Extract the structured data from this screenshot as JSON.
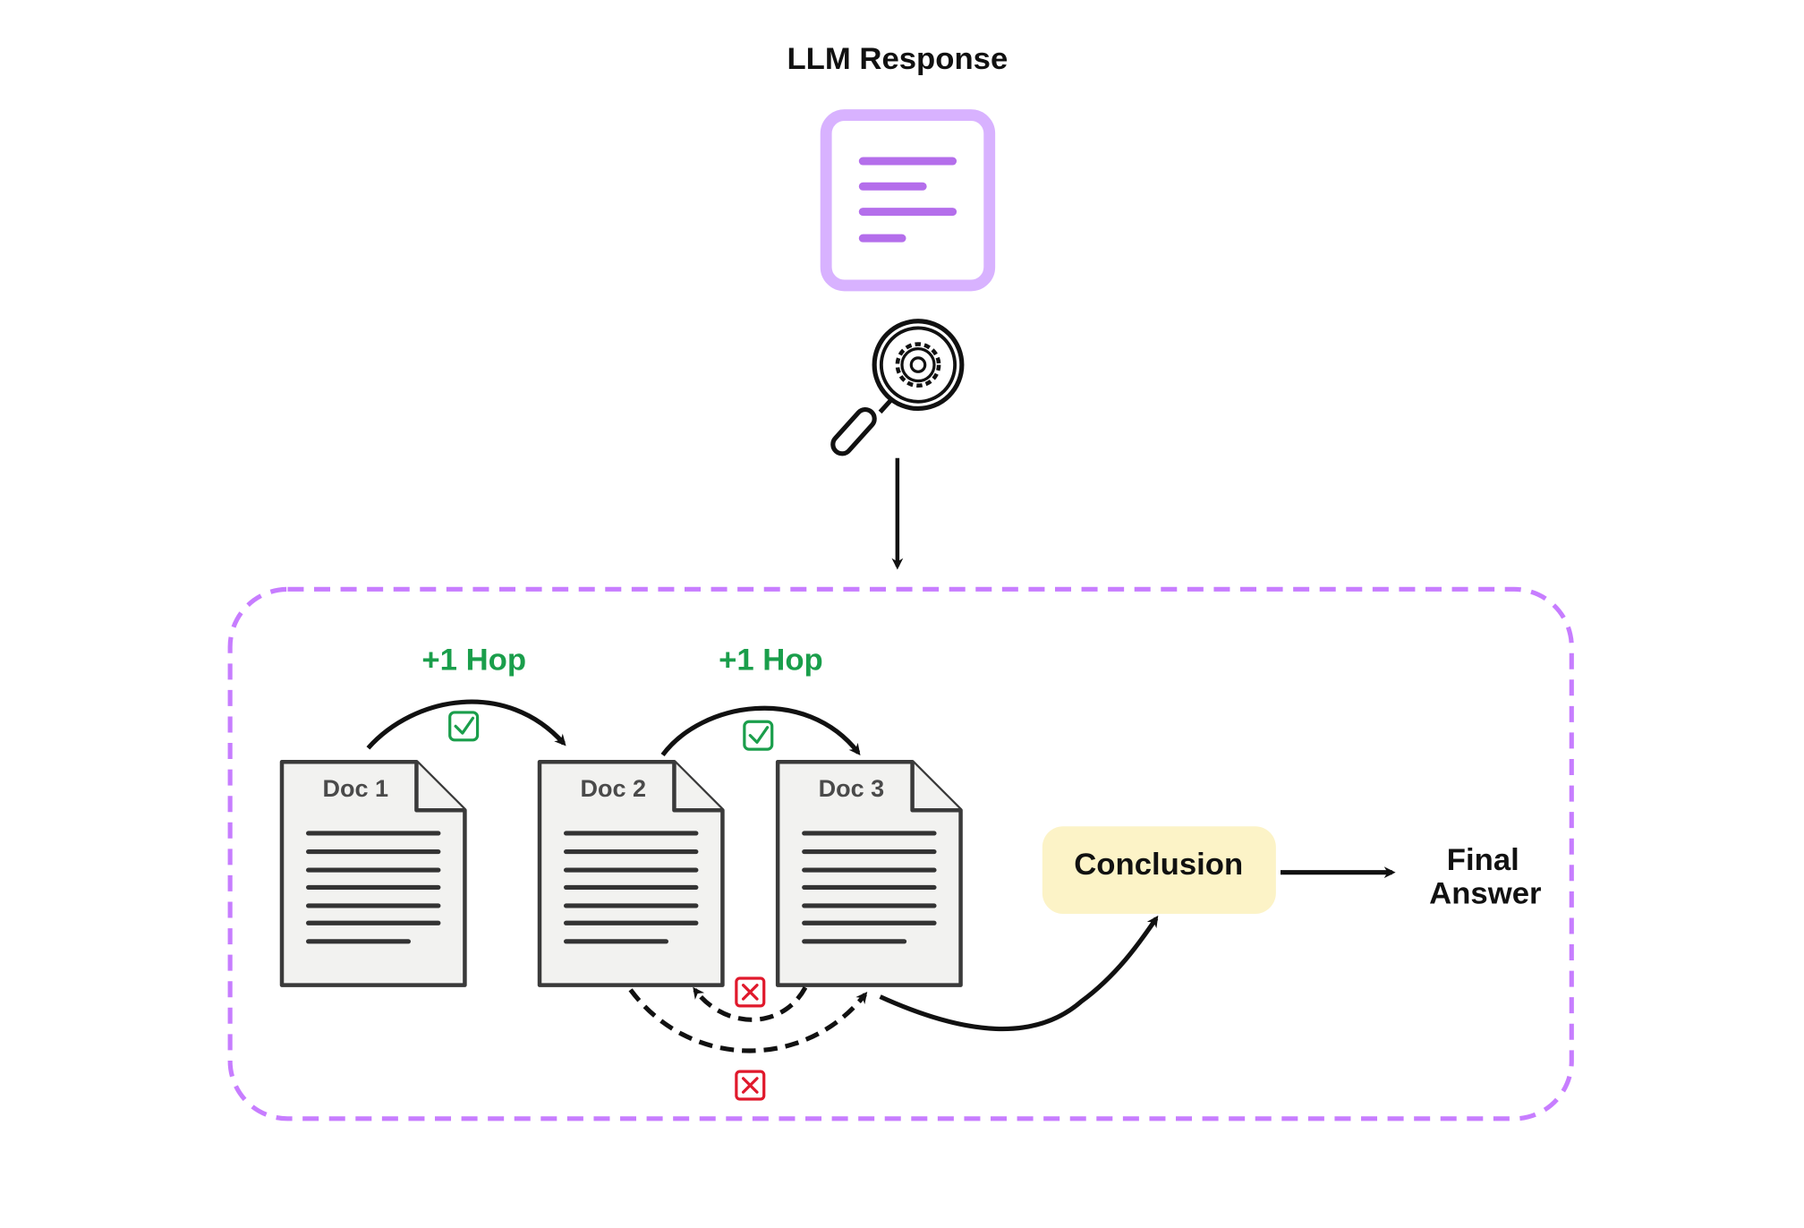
{
  "title": "LLM Response",
  "hop_labels": [
    "+1 Hop",
    "+1 Hop"
  ],
  "documents": [
    {
      "label": "Doc 1"
    },
    {
      "label": "Doc 2"
    },
    {
      "label": "Doc 3"
    }
  ],
  "conclusion": "Conclusion",
  "final_answer": [
    "Final",
    "Answer"
  ],
  "icons": {
    "response": "document-lines-icon",
    "inspect": "magnifier-gear-icon",
    "valid_hop": "check-box-icon",
    "invalid_hop": "cross-box-icon"
  },
  "colors": {
    "accent_purple": "#C77DFF",
    "response_fill": "#E7C6FF",
    "hop_green": "#1A9E4B",
    "error_red": "#E0192C",
    "conclusion_fill": "#FCF3C7",
    "doc_fill": "#F2F2F0"
  }
}
